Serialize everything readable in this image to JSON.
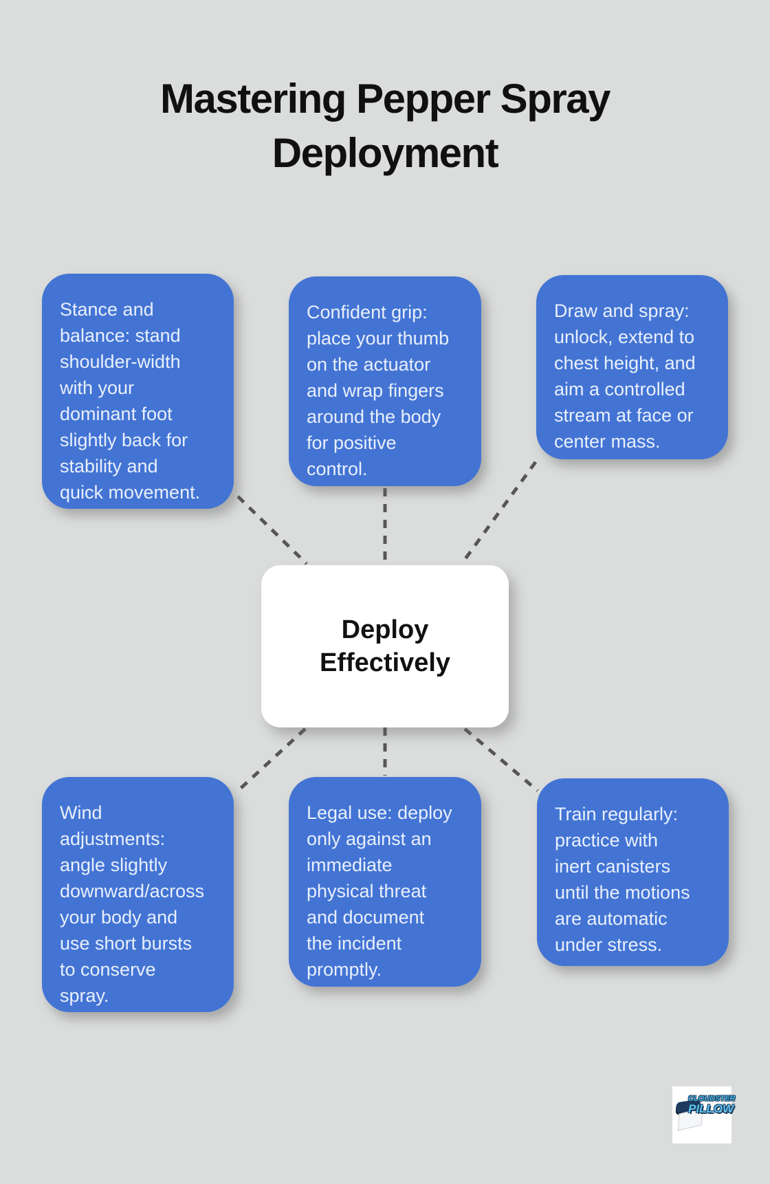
{
  "title": {
    "text": "Mastering Pepper Spray\nDeployment"
  },
  "center_node": {
    "label": "Deploy\nEffectively"
  },
  "tips": [
    {
      "label": "Stance and\nbalance: stand\nshoulder-width\nwith your\ndominant foot\nslightly back for\nstability and\nquick movement."
    },
    {
      "label": "Confident grip:\nplace your thumb\non the actuator\nand wrap fingers\naround the body\nfor positive\ncontrol."
    },
    {
      "label": "Draw and spray:\nunlock, extend to\nchest height, and\naim a controlled\nstream at face or\ncenter mass."
    },
    {
      "label": "Wind\nadjustments:\nangle slightly\ndownward/across\nyour body and\nuse short bursts\nto conserve\nspray."
    },
    {
      "label": "Legal use: deploy\nonly against an\nimmediate\nphysical threat\nand document\nthe incident\npromptly."
    },
    {
      "label": "Train regularly:\npractice with\ninert canisters\nuntil the motions\nare automatic\nunder stress."
    }
  ],
  "logo": {
    "brand_line1": "CLOUDSTER",
    "brand_line2": "PILLOW"
  },
  "colors": {
    "background": "#dbdddc",
    "tip_box_fill": "#4374d4",
    "tip_text": "#e9effb",
    "center_box_fill": "#ffffff",
    "center_text": "#111111",
    "title_text": "#101010",
    "connector": "#565656",
    "logo_blue": "#49b9e9",
    "logo_outline": "#1b3a5a"
  }
}
